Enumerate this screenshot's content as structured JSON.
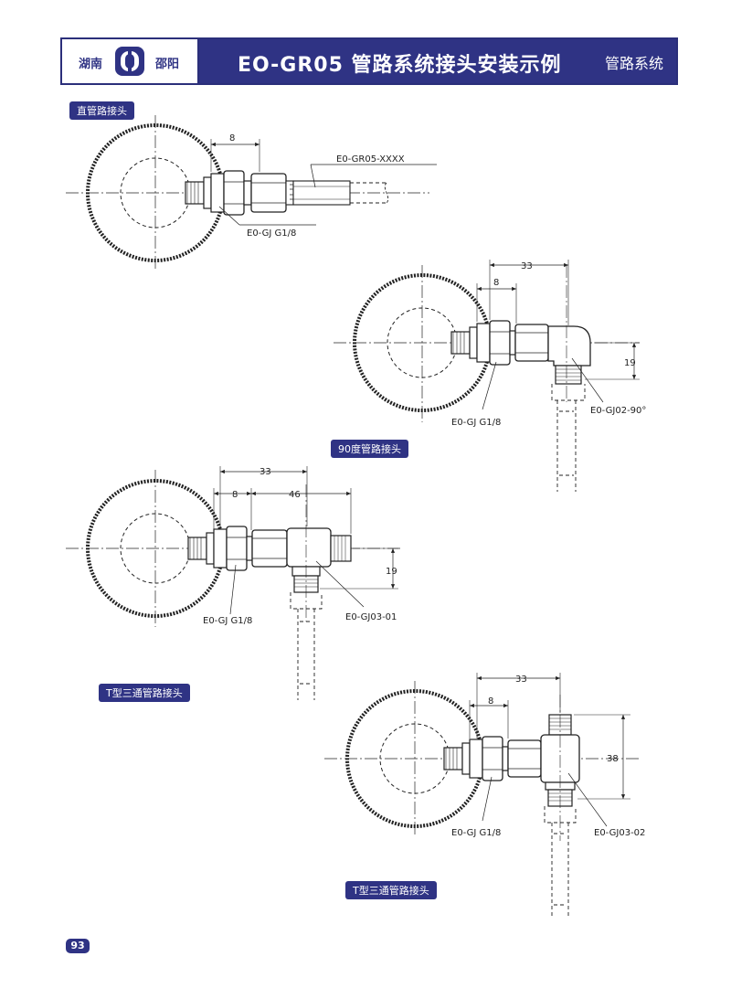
{
  "header": {
    "brand_left": "湖南",
    "brand_right": "邵阳",
    "title": "EO-GR05 管路系统接头安装示例",
    "category": "管路系统"
  },
  "sections": [
    {
      "label": "直管路接头",
      "dims": [
        "8"
      ],
      "callouts": [
        "E0-GR05-XXXX",
        "E0-GJ  G1/8"
      ]
    },
    {
      "label": "90度管路接头",
      "dims": [
        "33",
        "8",
        "19"
      ],
      "callouts": [
        "E0-GJ   G1/8",
        "E0-GJ02-90°"
      ]
    },
    {
      "label": "T型三通管路接头",
      "dims": [
        "33",
        "8",
        "46",
        "19"
      ],
      "callouts": [
        "E0-GJ   G1/8",
        "E0-GJ03-01"
      ]
    },
    {
      "label": "T型三通管路接头",
      "dims": [
        "33",
        "8",
        "38"
      ],
      "callouts": [
        "E0-GJ   G1/8",
        "E0-GJ03-02"
      ]
    }
  ],
  "page_number": "93",
  "colors": {
    "brand": "#2f3384",
    "line": "#222222"
  }
}
